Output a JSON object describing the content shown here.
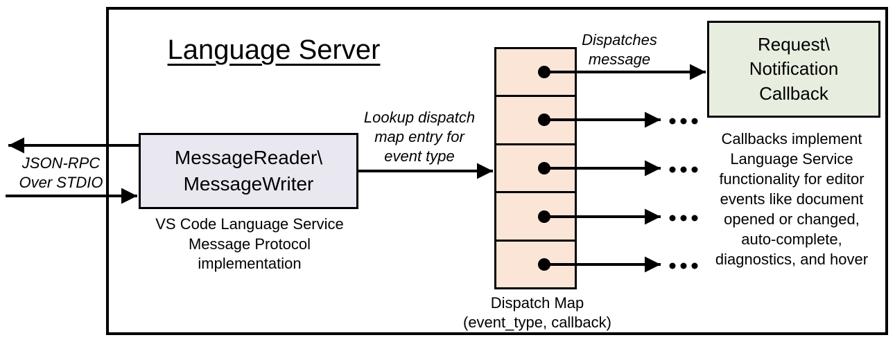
{
  "title": "Language Server",
  "io_label": "JSON-RPC\nOver STDIO",
  "reader_box": {
    "label": "MessageReader\\\nMessageWriter",
    "caption": "VS Code Language Service\nMessage Protocol implementation"
  },
  "lookup_label": "Lookup dispatch\nmap entry for\nevent type",
  "dispatches_label": "Dispatches\nmessage",
  "dispatch_map": {
    "cell_count": 5,
    "caption": "Dispatch Map\n(event_type, callback)"
  },
  "callback_box": {
    "label": "Request\\\nNotification\nCallback",
    "note": "Callbacks implement\nLanguage Service\nfunctionality for editor\nevents like document\nopened or changed,\nauto-complete,\ndiagnostics, and hover"
  },
  "ellipsis_icon": "...",
  "colors": {
    "reader_fill": "#E9E8F1",
    "dispatch_fill": "#FBE5D6",
    "callback_fill": "#E7EEE0",
    "line": "#000000"
  }
}
